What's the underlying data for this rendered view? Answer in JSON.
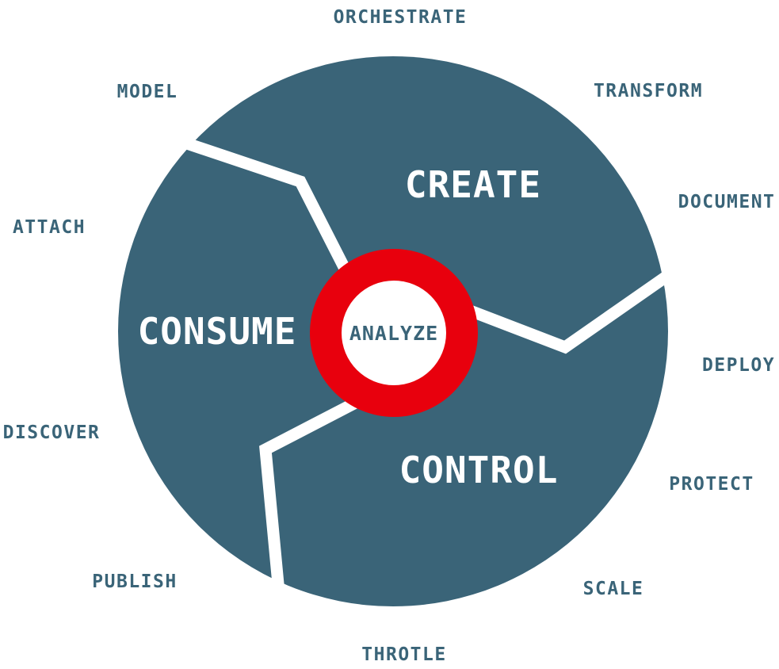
{
  "diagram": {
    "center": {
      "label": "ANALYZE"
    },
    "segments": [
      {
        "name": "create",
        "label": "CREATE"
      },
      {
        "name": "consume",
        "label": "CONSUME"
      },
      {
        "name": "control",
        "label": "CONTROL"
      }
    ],
    "outer_labels": [
      {
        "label": "ORCHESTRATE",
        "position": "top"
      },
      {
        "label": "TRANSFORM",
        "position": "top-right"
      },
      {
        "label": "DOCUMENT",
        "position": "right-upper"
      },
      {
        "label": "DEPLOY",
        "position": "right"
      },
      {
        "label": "PROTECT",
        "position": "right-lower"
      },
      {
        "label": "SCALE",
        "position": "bottom-right"
      },
      {
        "label": "THROTLE",
        "position": "bottom"
      },
      {
        "label": "PUBLISH",
        "position": "bottom-left"
      },
      {
        "label": "DISCOVER",
        "position": "left-lower"
      },
      {
        "label": "ATTACH",
        "position": "left-upper"
      },
      {
        "label": "MODEL",
        "position": "top-left"
      }
    ],
    "colors": {
      "disc": "#3A6478",
      "divider": "#FFFFFF",
      "ring": "#E8000D",
      "ring_center": "#FFFFFF",
      "segment_text": "#FFFFFF",
      "label_text": "#3A6478",
      "background": "#FFFFFF"
    }
  }
}
